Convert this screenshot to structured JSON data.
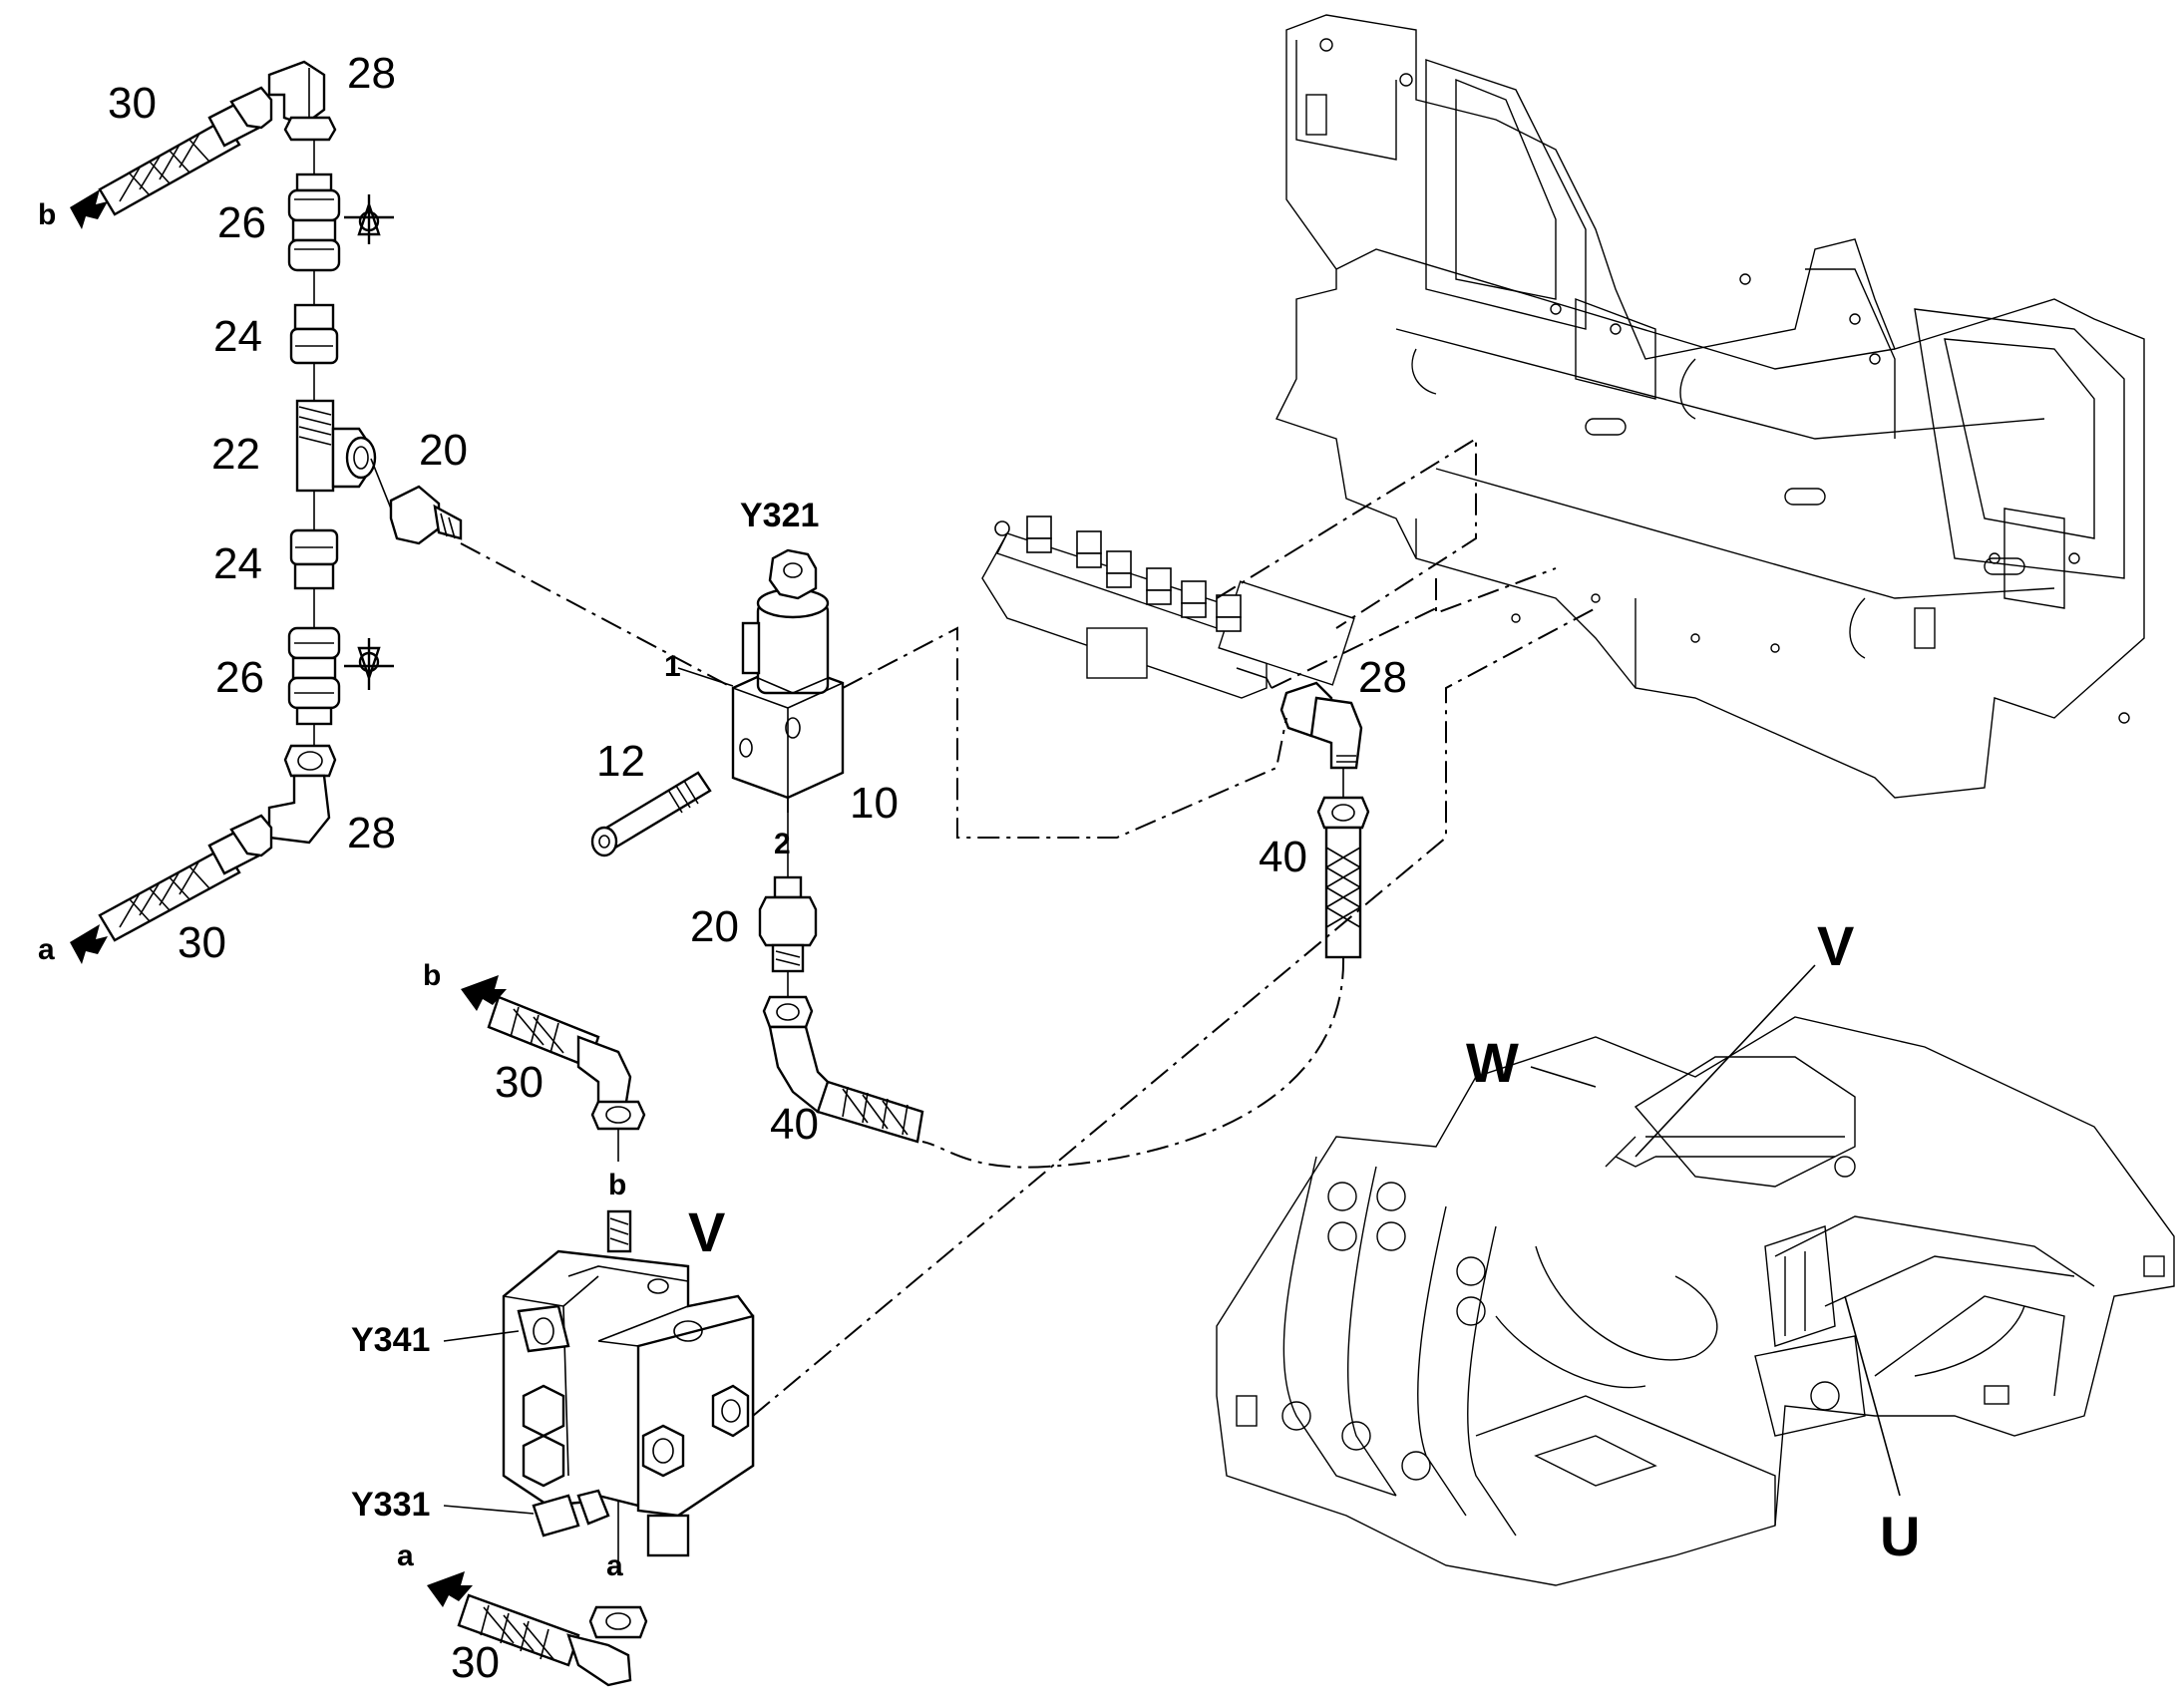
{
  "labels": {
    "p30_top": "30",
    "p28_top": "28",
    "b_top": "b",
    "p26_top": "26",
    "p24_top": "24",
    "p22": "22",
    "p20_top": "20",
    "p24_mid": "24",
    "p26_bot": "26",
    "p28_bot": "28",
    "a_left": "a",
    "p30_left": "30",
    "y321": "Y321",
    "port1": "1",
    "p12": "12",
    "p10": "10",
    "port2": "2",
    "p20_bot": "20",
    "p28_right": "28",
    "p40_right": "40",
    "p40_bot": "40",
    "b_mid": "b",
    "p30_mid": "30",
    "b_port": "b",
    "v_valve": "V",
    "y341": "Y341",
    "y331": "Y331",
    "a_port": "a",
    "a_bot": "a",
    "p30_bot": "30",
    "v_view": "V",
    "w_view": "W",
    "u_view": "U"
  },
  "icons": {
    "check_valve_up": "check-valve-symbol",
    "check_valve_down": "check-valve-symbol",
    "flow_arrow": "flow-arrow"
  },
  "colors": {
    "ink": "#000000",
    "paper": "#ffffff"
  }
}
